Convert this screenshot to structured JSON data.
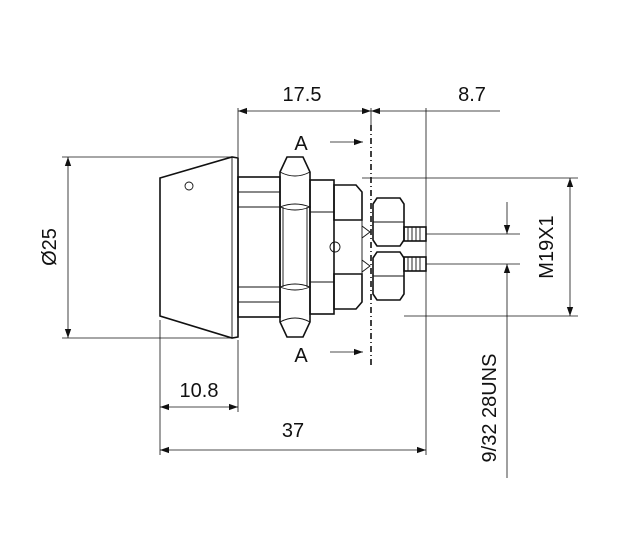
{
  "dimensions": {
    "overall_length": "37",
    "body_length": "17.5",
    "terminal_length": "8.7",
    "head_length": "10.8",
    "head_diameter": "Ø25",
    "mount_thread": "M19X1",
    "terminal_thread": "9/32 28UNS"
  },
  "section": {
    "label_top": "A",
    "label_bottom": "A"
  }
}
